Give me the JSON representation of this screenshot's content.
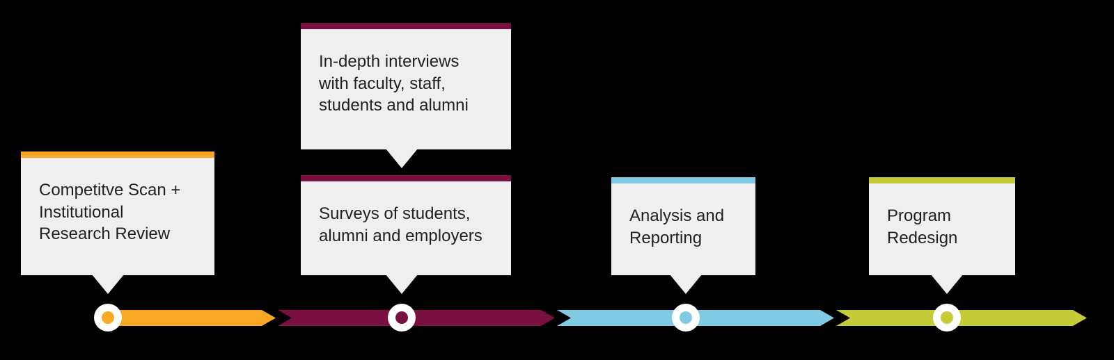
{
  "colors": {
    "phase1": "#F9A826",
    "phase2": "#7A1042",
    "phase3": "#7FCBE4",
    "phase4": "#C3CC38",
    "box-bg": "#EFEFEF",
    "text": "#231F20",
    "background": "#000000",
    "node-ring": "#FFFFFF"
  },
  "diagram": {
    "type": "process-timeline",
    "phases": [
      {
        "name": "phase-1",
        "color": "#F9A826"
      },
      {
        "name": "phase-2",
        "color": "#7A1042"
      },
      {
        "name": "phase-3",
        "color": "#7FCBE4"
      },
      {
        "name": "phase-4",
        "color": "#C3CC38"
      }
    ]
  },
  "callouts": [
    {
      "phase": 1,
      "text": "Competitve Scan +\nInstitutional\nResearch Review"
    },
    {
      "phase": 2,
      "text": "In-depth interviews\nwith faculty, staff,\nstudents and alumni"
    },
    {
      "phase": 2,
      "text": "Surveys of students,\nalumni and employers"
    },
    {
      "phase": 3,
      "text": "Analysis and\nReporting"
    },
    {
      "phase": 4,
      "text": "Program\nRedesign"
    }
  ]
}
